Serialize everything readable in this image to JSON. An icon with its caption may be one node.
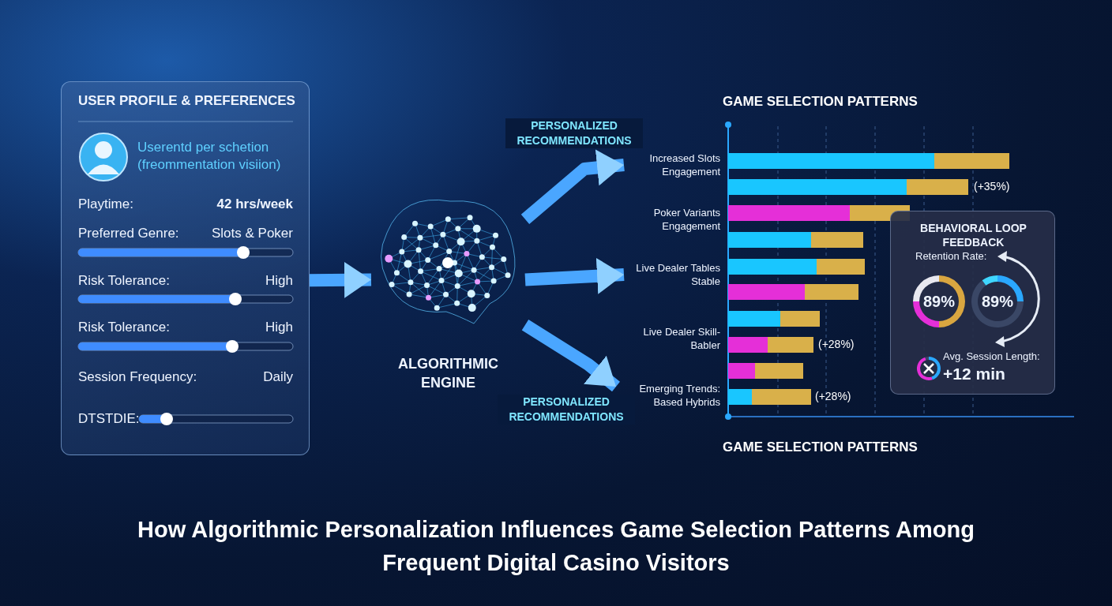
{
  "diagram": {
    "title": "How Algorithmic Personalization Influences Game Selection Patterns Among Frequent Digital Casino Visitors",
    "nodes": [
      {
        "text": [
          "USER PROFILE & PREFERENCES",
          "Userentd per schetion (freommentation visiion)",
          "Playtime:",
          "42 hrs/week",
          "Preferred Genre:",
          "Slots & Poker",
          "Risk Tolerance:",
          "High",
          "Risk Tolerance:",
          "High",
          "Session Frequency:",
          "Daily",
          "DTSTDIE:"
        ]
      },
      {
        "text": [
          "ALGORITHMIC ENGINE"
        ]
      },
      {
        "text": [
          "Increased Slots Engagement"
        ]
      },
      {
        "text": [
          "Poker Variants Engagement"
        ]
      },
      {
        "text": [
          "Live Dealer Tables Stable"
        ]
      },
      {
        "text": [
          "Live Dealer Skill-Babler"
        ]
      },
      {
        "text": [
          "Emerging Trends: Based Hybrids"
        ]
      },
      {
        "text": [
          "BEHAVIORAL LOOP FEEDBACK",
          "Retention Rate:",
          "89%",
          "89%",
          "Avg. Session Length:",
          "+12 min"
        ]
      }
    ],
    "edges": [
      {
        "from": 0,
        "to": 1,
        "arrow": "to"
      },
      {
        "from": 1,
        "to": 2,
        "arrow": "to",
        "label": "PERSONALIZED RECOMMENDATIONS"
      },
      {
        "from": 1,
        "to": 4,
        "arrow": "to"
      },
      {
        "from": 1,
        "to": 6,
        "arrow": "to",
        "label": "PERSONALIZED RECOMMENDATIONS"
      }
    ],
    "labels": [
      "GAME SELECTION PATTERNS",
      "(+35%)",
      "(+28%)",
      "(+28%)",
      "GAME SELECTION PATTERNS"
    ]
  }
}
